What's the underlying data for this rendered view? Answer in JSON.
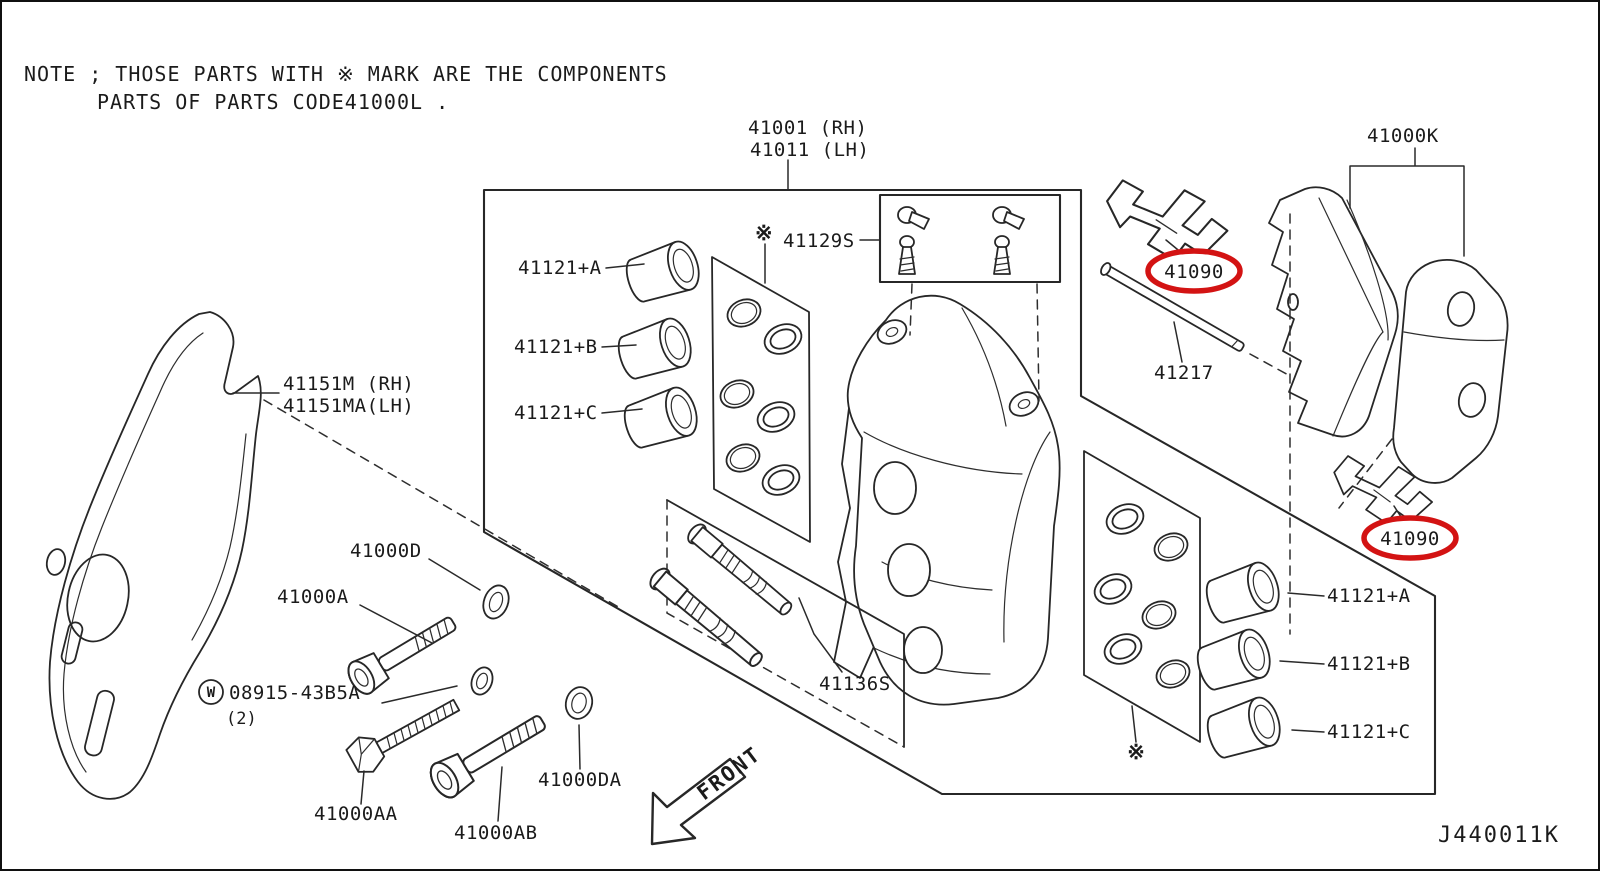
{
  "note": {
    "line1": "NOTE ; THOSE PARTS WITH ※ MARK ARE THE COMPONENTS",
    "line2": "PARTS OF PARTS CODE41000L ."
  },
  "marks": {
    "component": "※",
    "front": "FRONT",
    "washer_symbol": "W"
  },
  "diagram_code": "J440011K",
  "colors": {
    "line": "#272727",
    "text": "#1b1b1b",
    "highlight": "#d31313",
    "background": "#ffffff"
  },
  "parts": {
    "caliper_rh": "41001 (RH)",
    "caliper_lh": "41011 (LH)",
    "pad_kit": "41000K",
    "bleeder_kit": "41129S",
    "piston_a": "41121+A",
    "piston_b": "41121+B",
    "piston_c": "41121+C",
    "splash_shield_rh": "41151M (RH)",
    "splash_shield_lh": "41151MA(LH)",
    "pad_retainer": "41090",
    "pad_pin": "41217",
    "washer": "41000D",
    "bolt_a": "41000A",
    "lock_washer_code": "08915-43B5A",
    "lock_washer_qty": "(2)",
    "bolt_aa": "41000AA",
    "bolt_ab": "41000AB",
    "washer_da": "41000DA",
    "pin_kit": "41136S"
  }
}
